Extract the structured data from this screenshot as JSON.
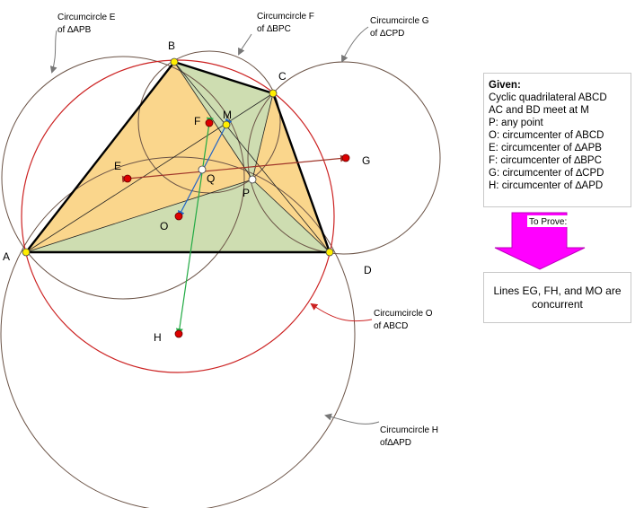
{
  "points": {
    "A": "A",
    "B": "B",
    "C": "C",
    "D": "D",
    "P": "P",
    "M": "M",
    "Q": "Q",
    "O": "O",
    "E": "E",
    "F": "F",
    "G": "G",
    "H": "H"
  },
  "callouts": {
    "E": [
      "Circumcircle E",
      "of ∆APB"
    ],
    "F": [
      "Circumcircle F",
      "of ∆BPC"
    ],
    "G": [
      "Circumcircle G",
      "of ∆CPD"
    ],
    "O": [
      "Circumcircle O",
      "of  ABCD"
    ],
    "H": [
      "Circumcircle H",
      "of∆APD"
    ]
  },
  "given": {
    "title": "Given:",
    "lines": [
      "Cyclic quadrilateral ABCD",
      "AC and BD meet at M",
      "P: any point",
      "O: circumcenter of ABCD",
      "E: circumcenter of ∆APB",
      "F: circumcenter of ∆BPC",
      "G: circumcenter of ∆CPD",
      "H: circumcenter of ∆APD"
    ]
  },
  "prove": {
    "arrow_label": "To Prove:",
    "statement": "Lines EG, FH, and MO are concurrent"
  },
  "colors": {
    "fill_orange": "#f9cf78",
    "fill_green": "#c9d9a8",
    "circle_O": "#cc2222",
    "circle_other": "#6b5346",
    "vertex": "#ffee00",
    "center": "#dd0000",
    "arrow_magenta": "#ff00ff",
    "green_line": "#22aa44",
    "blue_line": "#1f63c8",
    "brown_line": "#a0362a"
  }
}
